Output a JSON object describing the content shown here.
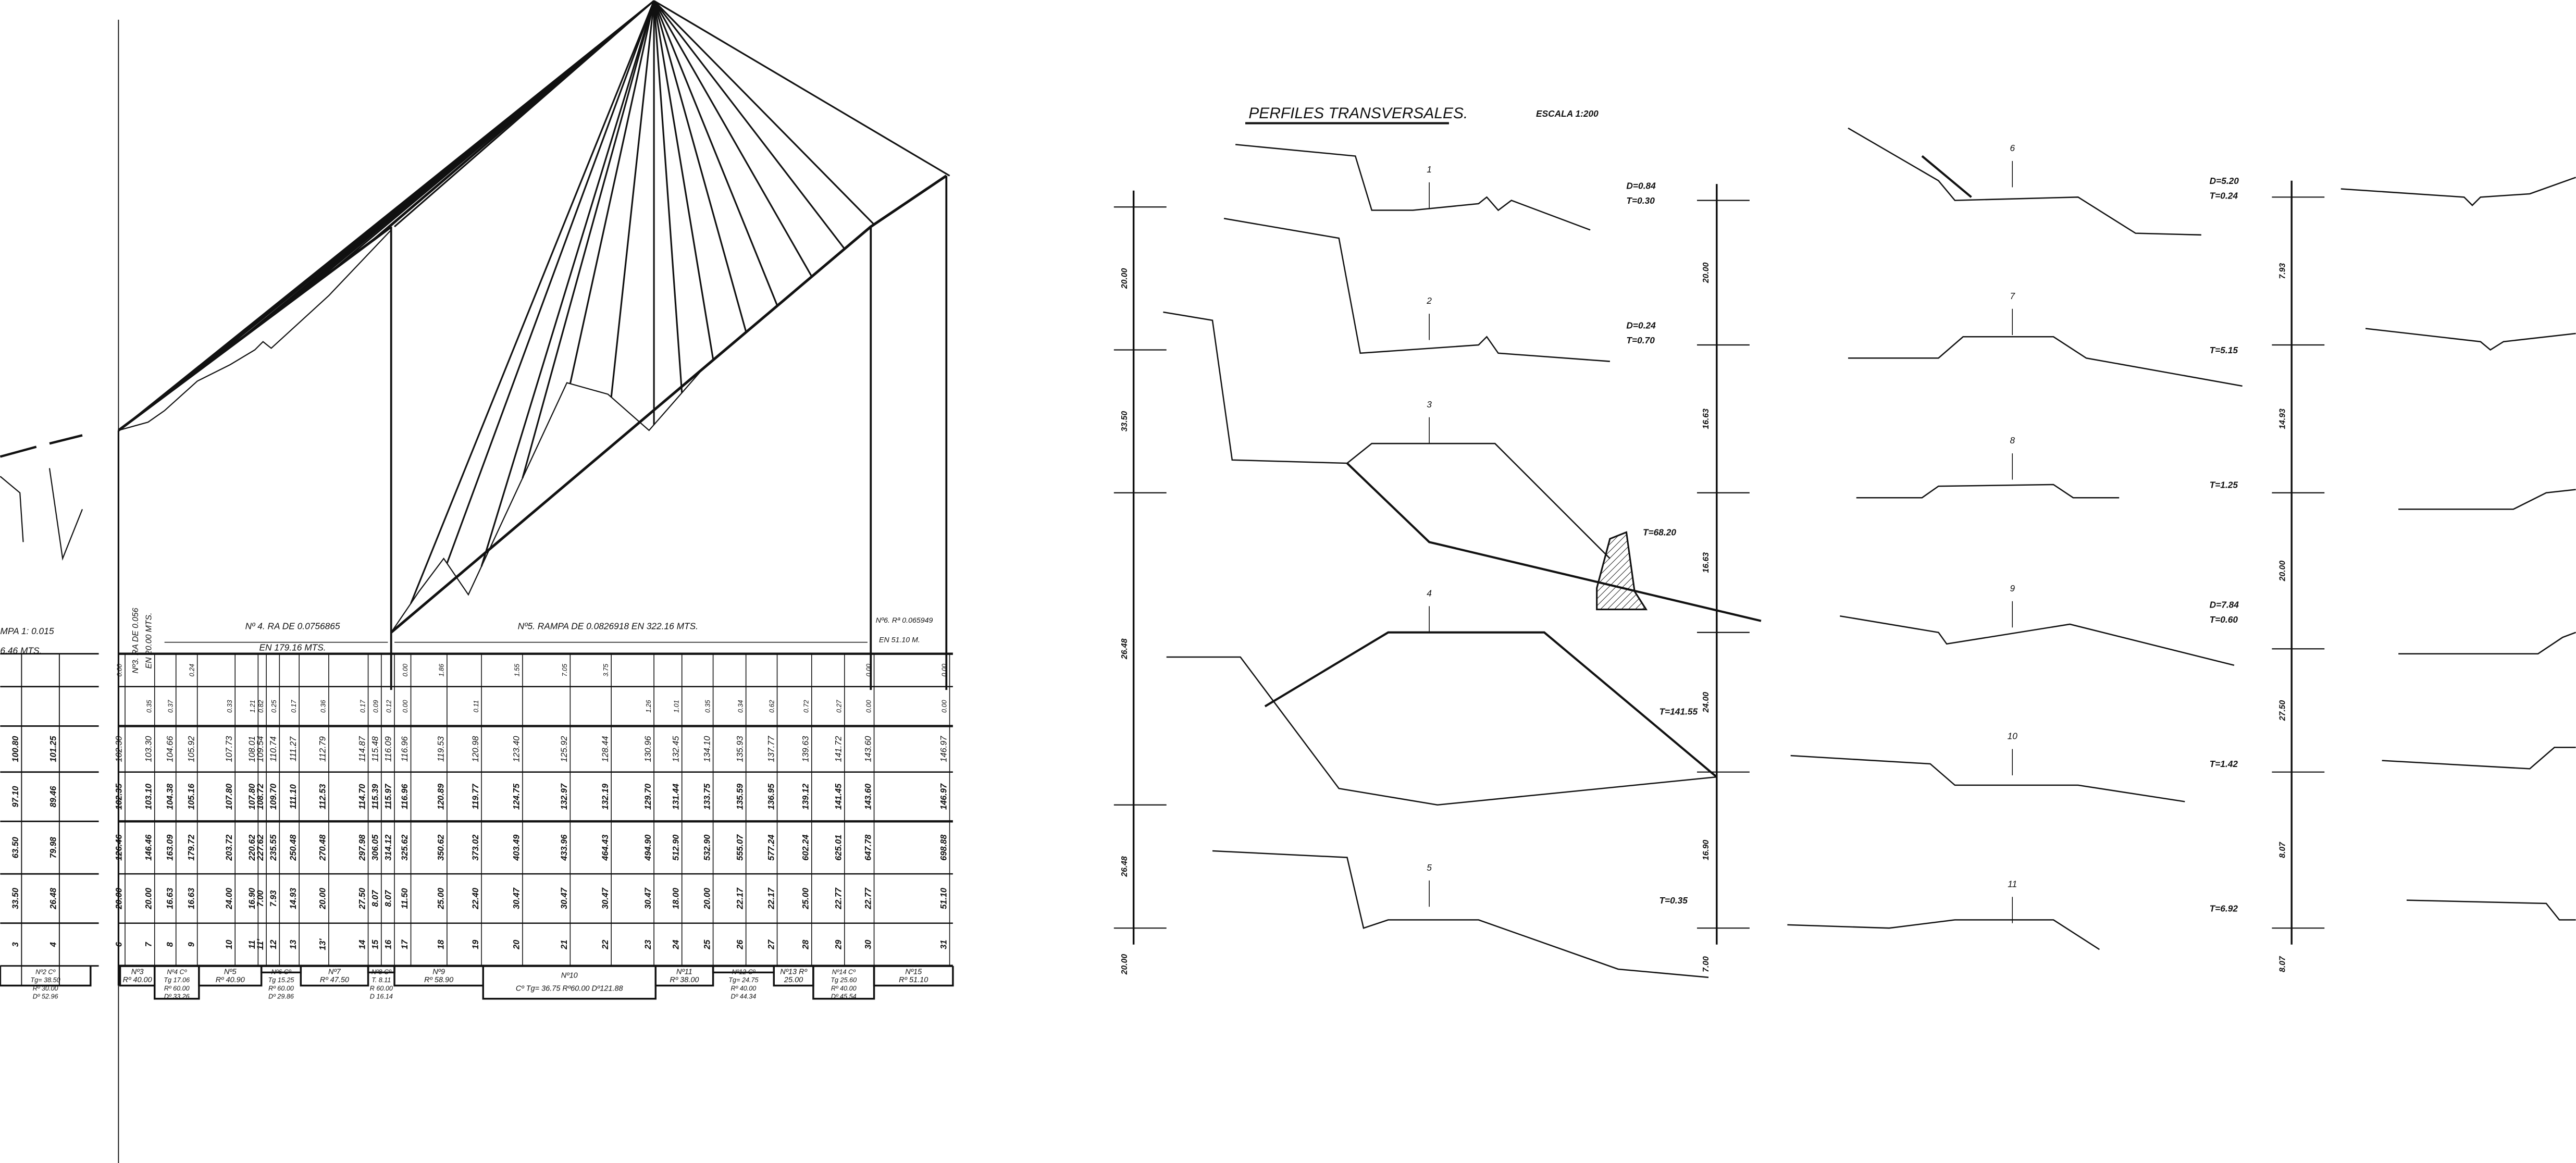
{
  "title": "PERFILES TRANSVERSALES.",
  "scale": "ESCALA 1:200",
  "profile": {
    "left_fragment": [
      "MPA 1: 0.015",
      "6.46 MTS."
    ],
    "grades": [
      {
        "line1": "Nº3. RA DE 0.056",
        "line2": "EN 20.00 MTS."
      },
      {
        "line1": "Nº 4. RA DE 0.0756865",
        "line2": "EN 179.16 MTS."
      },
      {
        "line1": "Nº5. RAMPA DE 0.0826918 EN 322.16 MTS.",
        "line2": ""
      },
      {
        "line1": "Nº6. Rª 0.065949",
        "line2": "EN 51.10 M."
      }
    ]
  },
  "left_table": {
    "stations": [
      "3",
      "4"
    ],
    "terrain": [
      "100.80",
      "101.25"
    ],
    "grade": [
      "97.10",
      "89.46"
    ],
    "accumulated": [
      "63.50",
      "79.98"
    ],
    "partial": [
      "33.50",
      "26.48"
    ]
  },
  "table": {
    "stations": [
      "6",
      "7",
      "8",
      "9",
      "10",
      "11",
      "11'",
      "12",
      "13",
      "13'",
      "14",
      "15",
      "16",
      "17",
      "18",
      "19",
      "20",
      "21",
      "22",
      "23",
      "24",
      "25",
      "26",
      "27",
      "28",
      "29",
      "30",
      "31"
    ],
    "excavation": [
      "0.00",
      "",
      "",
      "0.24",
      "",
      "",
      "",
      "",
      "",
      "",
      "",
      "",
      "",
      "0.00",
      "1.86",
      "",
      "1.55",
      "7.05",
      "3.75",
      "",
      "",
      "",
      "",
      "",
      "",
      "",
      "0.00",
      "0.00"
    ],
    "fill": [
      "",
      "0.35",
      "0.37",
      "",
      "0.33",
      "1.21",
      "0.82",
      "0.25",
      "0.17",
      "0.36",
      "0.17",
      "0.09",
      "0.12",
      "0.00",
      "",
      "0.11",
      "",
      "",
      "",
      "1.26",
      "1.01",
      "0.35",
      "0.34",
      "0.62",
      "0.72",
      "0.27",
      "0.00",
      "0.00"
    ],
    "terrain": [
      "102.30",
      "103.30",
      "104.66",
      "105.92",
      "107.73",
      "108.01",
      "109.54",
      "110.74",
      "111.27",
      "112.79",
      "114.87",
      "115.48",
      "116.09",
      "116.96",
      "119.53",
      "120.98",
      "123.40",
      "125.92",
      "128.44",
      "130.96",
      "132.45",
      "134.10",
      "135.93",
      "137.77",
      "139.63",
      "141.72",
      "143.60",
      "146.97"
    ],
    "grade": [
      "102.35",
      "103.10",
      "104.38",
      "105.16",
      "107.80",
      "107.80",
      "108.72",
      "109.70",
      "111.10",
      "112.53",
      "114.70",
      "115.39",
      "115.97",
      "116.96",
      "120.89",
      "119.77",
      "124.75",
      "132.97",
      "132.19",
      "129.70",
      "131.44",
      "133.75",
      "135.59",
      "136.95",
      "139.12",
      "141.45",
      "143.60",
      "146.97"
    ],
    "accumulated": [
      "126.46",
      "146.46",
      "163.09",
      "179.72",
      "203.72",
      "220.62",
      "227.62",
      "235.55",
      "250.48",
      "270.48",
      "297.98",
      "306.05",
      "314.12",
      "325.62",
      "350.62",
      "373.02",
      "403.49",
      "433.96",
      "464.43",
      "494.90",
      "512.90",
      "532.90",
      "555.07",
      "577.24",
      "602.24",
      "625.01",
      "647.78",
      "698.88"
    ],
    "partial": [
      "20.00",
      "20.00",
      "16.63",
      "16.63",
      "24.00",
      "16.90",
      "7.00",
      "7.93",
      "14.93",
      "20.00",
      "27.50",
      "8.07",
      "8.07",
      "11.50",
      "25.00",
      "22.40",
      "30.47",
      "30.47",
      "30.47",
      "30.47",
      "18.00",
      "20.00",
      "22.17",
      "22.17",
      "25.00",
      "22.77",
      "22.77",
      "51.10"
    ]
  },
  "curves": [
    {
      "lines": [
        "Nº2 Cº",
        "Tg= 38.50",
        "Rº 30.00",
        "Dº 52.96"
      ]
    },
    {
      "lines": [
        "Nº3",
        "Rº 40.00"
      ]
    },
    {
      "lines": [
        "Nº4 Cº",
        "Tg 17.06",
        "Rº 60.00",
        "Dº 33.26"
      ]
    },
    {
      "lines": [
        "Nº5",
        "Rº 40.90"
      ]
    },
    {
      "lines": [
        "Nº6 Cº",
        "Tg 15.25",
        "Rº 60.00",
        "Dº 29.86"
      ]
    },
    {
      "lines": [
        "Nº7",
        "Rº 47.50"
      ]
    },
    {
      "lines": [
        "Nº8 Cº",
        "T. 8.11",
        "R 60.00",
        "D 16.14"
      ]
    },
    {
      "lines": [
        "Nº9",
        "Rº 58.90"
      ]
    },
    {
      "lines": [
        "Nº10",
        "Cº Tg= 36.75 Rº60.00 Dº121.88"
      ]
    },
    {
      "lines": [
        "Nº11",
        "Rº 38.00"
      ]
    },
    {
      "lines": [
        "Nº12 Cº",
        "Tg= 24.75",
        "Rº 40.00",
        "Dº 44.34"
      ]
    },
    {
      "lines": [
        "Nº13 Rº",
        "25.00"
      ]
    },
    {
      "lines": [
        "Nº14 Cº",
        "Tg 25.60",
        "Rº 40.00",
        "Dº 45.54"
      ]
    },
    {
      "lines": [
        "Nº15",
        "Rº 51.10"
      ]
    }
  ],
  "sections": [
    {
      "number": "1",
      "notes": [
        "D=0.84",
        "T=0.30"
      ]
    },
    {
      "number": "2",
      "notes": [
        "D=0.24",
        "T=0.70"
      ]
    },
    {
      "number": "3",
      "notes": [
        "T=68.20"
      ]
    },
    {
      "number": "4",
      "notes": [
        "T=141.55"
      ]
    },
    {
      "number": "5",
      "notes": [
        "T=0.35"
      ]
    },
    {
      "number": "6",
      "notes": [
        "D=5.20",
        "T=0.24"
      ]
    },
    {
      "number": "7",
      "notes": [
        "T=5.15"
      ]
    },
    {
      "number": "8",
      "notes": [
        "T=1.25"
      ]
    },
    {
      "number": "9",
      "notes": [
        "D=7.84",
        "T=0.60"
      ]
    },
    {
      "number": "10",
      "notes": [
        "T=1.42"
      ]
    },
    {
      "number": "11",
      "notes": [
        "T=6.92"
      ]
    }
  ],
  "dimensions": {
    "left": [
      "20.00",
      "33.50",
      "26.48",
      "26.48",
      "20.00"
    ],
    "right": [
      "20.00",
      "16.63",
      "16.63",
      "24.00",
      "16.90",
      "7.00"
    ],
    "far": [
      "7.93",
      "14.93",
      "20.00",
      "27.50",
      "8.07",
      "8.07"
    ]
  }
}
